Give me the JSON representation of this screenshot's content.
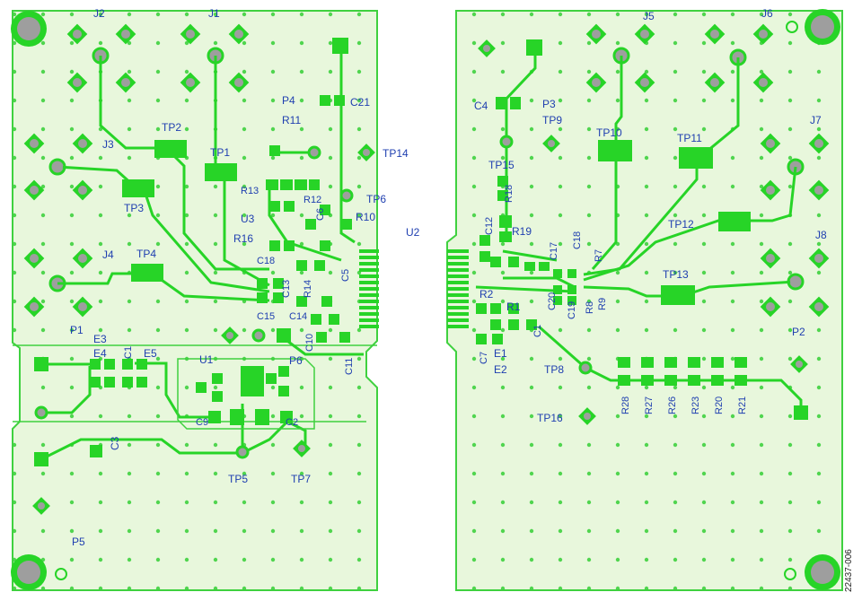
{
  "colors": {
    "board_fill": "#e8f7dc",
    "board_edge": "#3fd13f",
    "copper": "#27d427",
    "copper_dark": "#1aa81a",
    "via": "#3fd13f",
    "hole": "#9e9e9e",
    "label": "#1f3fb0"
  },
  "figure_code": "22437-006",
  "labels": {
    "J2": "J2",
    "J1": "J1",
    "J3": "J3",
    "J4": "J4",
    "TP2": "TP2",
    "TP1": "TP1",
    "TP3": "TP3",
    "TP4": "TP4",
    "P4": "P4",
    "C21": "C21",
    "R11": "R11",
    "TP14": "TP14",
    "R13": "R13",
    "R12": "R12",
    "C6": "C6",
    "TP6": "TP6",
    "U3": "U3",
    "R10": "R10",
    "R16": "R16",
    "C18b": "C18",
    "C13": "C13",
    "R14": "R14",
    "C5": "C5",
    "C15": "C15",
    "C14": "C14",
    "P1": "P1",
    "E3": "E3",
    "E4": "E4",
    "C1a": "C1",
    "E5": "E5",
    "U1": "U1",
    "P6": "P6",
    "C11": "C11",
    "C10": "C10",
    "C3": "C3",
    "C9": "C9",
    "C2": "C2",
    "TP5": "TP5",
    "TP7": "TP7",
    "P5": "P5",
    "U2": "U2",
    "J5": "J5",
    "J6": "J6",
    "C4": "C4",
    "P3": "P3",
    "TP9": "TP9",
    "TP10": "TP10",
    "TP11": "TP11",
    "J7": "J7",
    "TP15": "TP15",
    "R18": "R18",
    "C12": "C12",
    "R19": "R19",
    "TP12": "TP12",
    "C17": "C17",
    "C18": "C18",
    "R7": "R7",
    "J8": "J8",
    "TP13": "TP13",
    "C20": "C20",
    "C19": "C19",
    "R8": "R8",
    "R9": "R9",
    "R2": "R2",
    "R1": "R1",
    "C1": "C1",
    "P2": "P2",
    "C7": "C7",
    "E1": "E1",
    "E2": "E2",
    "TP8": "TP8",
    "R28": "R28",
    "R27": "R27",
    "R26": "R26",
    "R23": "R23",
    "R20": "R20",
    "R21": "R21",
    "TP16": "TP16"
  }
}
